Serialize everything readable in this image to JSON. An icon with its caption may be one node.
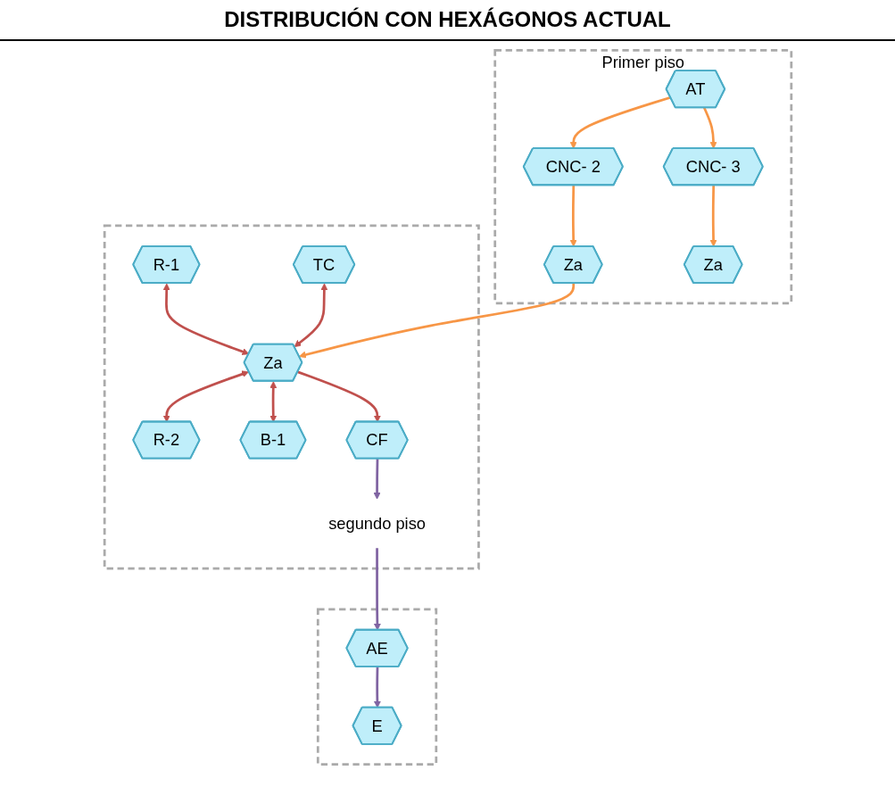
{
  "diagram": {
    "title": "DISTRIBUCIÓN CON HEXÁGONOS ACTUAL",
    "nodes": [
      {
        "text": [],
        "shape": "box"
      },
      {
        "text": [
          "AE"
        ],
        "in": 0
      },
      {
        "text": [
          "E"
        ],
        "in": 0
      },
      {
        "text": [],
        "shape": "box"
      },
      {
        "text": [
          "segundo piso"
        ],
        "in": 3
      },
      {
        "text": [
          "R-1"
        ],
        "in": 3
      },
      {
        "text": [
          "R-2"
        ],
        "in": 3
      },
      {
        "text": [
          "TC"
        ],
        "in": 3
      },
      {
        "text": [
          "Za"
        ],
        "in": 3
      },
      {
        "text": [
          "B-1"
        ],
        "in": 3
      },
      {
        "text": [
          "CF"
        ],
        "in": 3
      },
      {
        "text": [
          "Primer piso"
        ]
      },
      {
        "text": [
          "Za"
        ],
        "in": 11
      },
      {
        "text": [
          "CNC- 2"
        ],
        "in": 11
      },
      {
        "text": [
          "CNC- 3"
        ],
        "in": 11
      },
      {
        "text": [
          "AT"
        ],
        "in": 11
      },
      {
        "text": [
          "Za"
        ],
        "in": 11
      }
    ],
    "edges": [
      {
        "from": 10,
        "to": 4,
        "arrow": "to",
        "color": "#8064a2"
      },
      {
        "from": 4,
        "to": 1,
        "arrow": "to",
        "color": "#8064a2"
      },
      {
        "from": 1,
        "to": 2,
        "arrow": "to",
        "color": "#8064a2"
      },
      {
        "from": 5,
        "to": 8,
        "arrow": "both",
        "color": "#c0504d"
      },
      {
        "from": 8,
        "to": 6,
        "arrow": "both",
        "color": "#c0504d"
      },
      {
        "from": 7,
        "to": 8,
        "arrow": "both",
        "color": "#c0504d"
      },
      {
        "from": 8,
        "to": 9,
        "arrow": "both",
        "color": "#c0504d"
      },
      {
        "from": 8,
        "to": 10,
        "arrow": "to",
        "color": "#c0504d"
      },
      {
        "from": 12,
        "to": 8,
        "arrow": "to"
      },
      {
        "from": 13,
        "to": 12,
        "arrow": "to"
      },
      {
        "from": 15,
        "to": 13,
        "arrow": "to"
      },
      {
        "from": 15,
        "to": 14,
        "arrow": "to"
      },
      {
        "from": 14,
        "to": 16,
        "arrow": "to"
      }
    ]
  }
}
